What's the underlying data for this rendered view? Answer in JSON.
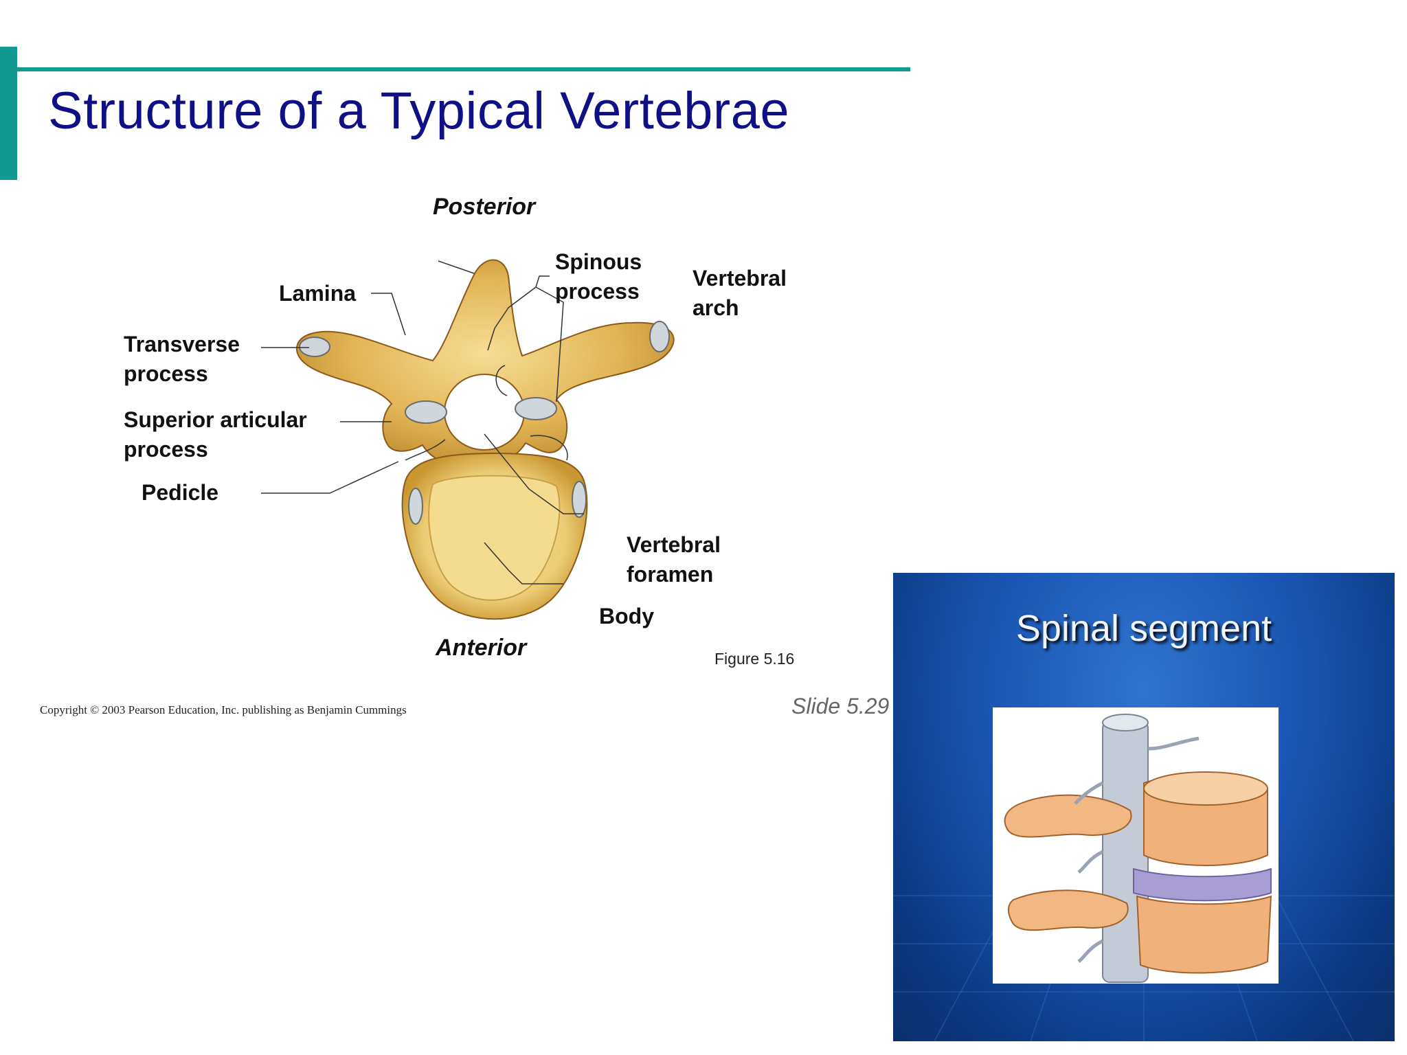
{
  "slide": {
    "title": "Structure of a Typical Vertebrae",
    "copyright": "Copyright © 2003 Pearson Education, Inc. publishing as Benjamin Cummings",
    "slide_number": "Slide 5.29",
    "accent_color": "#119a91",
    "title_color": "#0f0f86"
  },
  "figure": {
    "orientation_top": "Posterior",
    "orientation_bottom": "Anterior",
    "caption": "Figure 5.16",
    "labels": {
      "spinous": [
        "Spinous",
        "process"
      ],
      "vertebral_arch": [
        "Vertebral",
        "arch"
      ],
      "lamina": "Lamina",
      "transverse": [
        "Transverse",
        "process"
      ],
      "superior_articular": [
        "Superior articular",
        "process"
      ],
      "pedicle": "Pedicle",
      "vertebral_foramen": [
        "Vertebral",
        "foramen"
      ],
      "body": "Body"
    }
  },
  "inset": {
    "title": "Spinal segment",
    "background_color": "#1a55b3"
  }
}
